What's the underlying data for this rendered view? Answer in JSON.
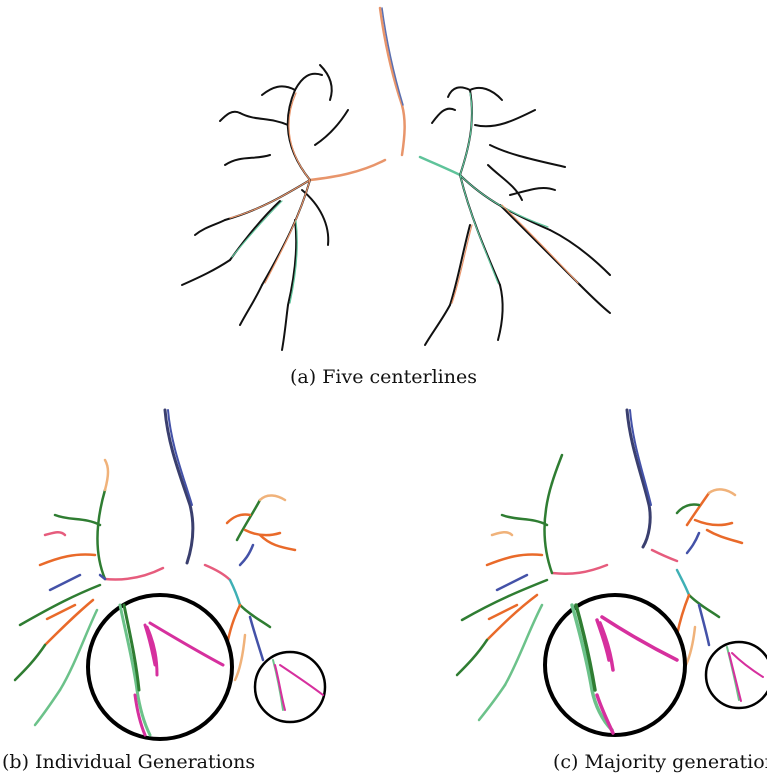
{
  "figure": {
    "panels": [
      {
        "id": "a",
        "caption": "(a) Five centerlines"
      },
      {
        "id": "b",
        "caption": "(b) Individual Generations"
      },
      {
        "id": "c",
        "caption": "(c) Majority generations"
      }
    ],
    "colors": {
      "centerline_black": "#111111",
      "centerline_orange": "#e8956b",
      "centerline_green": "#5fc39a",
      "centerline_blue": "#5a6fb0",
      "trachea": "#3a3f6e",
      "generation_green": "#2f7d32",
      "generation_light_green": "#6cc28a",
      "generation_orange": "#e96a2a",
      "generation_peach": "#f0b27a",
      "generation_pink": "#e65c7d",
      "generation_magenta": "#d6309e",
      "generation_blue": "#4452a8",
      "generation_cyan": "#3fb0b5",
      "zoom_circle": "#000000"
    }
  }
}
